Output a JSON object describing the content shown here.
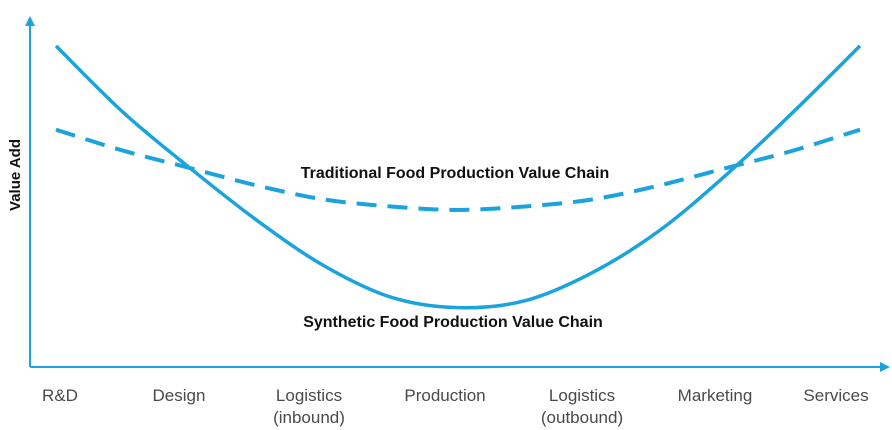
{
  "chart_data": {
    "type": "line",
    "ylabel": "Value Add",
    "xlabel": "",
    "categories": [
      "R&D",
      "Design",
      "Logistics\n(inbound)",
      "Production",
      "Logistics\n(outbound)",
      "Marketing",
      "Services"
    ],
    "ylim": [
      0,
      100
    ],
    "grid": false,
    "series": [
      {
        "name": "Traditional Food Production Value Chain",
        "style": "dashed",
        "color": "#1aa3dc",
        "x": [
          0,
          0.5,
          1,
          1.5,
          2,
          2.5,
          3,
          3.5,
          4,
          4.5,
          5,
          5.5,
          6
        ],
        "values": [
          68,
          62,
          57,
          52,
          48,
          46,
          45,
          46,
          48,
          52,
          57,
          62,
          68
        ]
      },
      {
        "name": "Synthetic Food Production Value Chain",
        "style": "solid",
        "color": "#1aa3dc",
        "x": [
          0,
          0.5,
          1,
          1.5,
          2,
          2.5,
          3,
          3.5,
          4,
          4.5,
          5,
          5.5,
          6
        ],
        "values": [
          92,
          73,
          57,
          42,
          29,
          20,
          17,
          19,
          27,
          39,
          55,
          73,
          92
        ]
      }
    ]
  },
  "colors": {
    "axis": "#1aa3dc",
    "series": "#1aa3dc",
    "text": "#111111",
    "tick_text": "#4a4a4a"
  }
}
